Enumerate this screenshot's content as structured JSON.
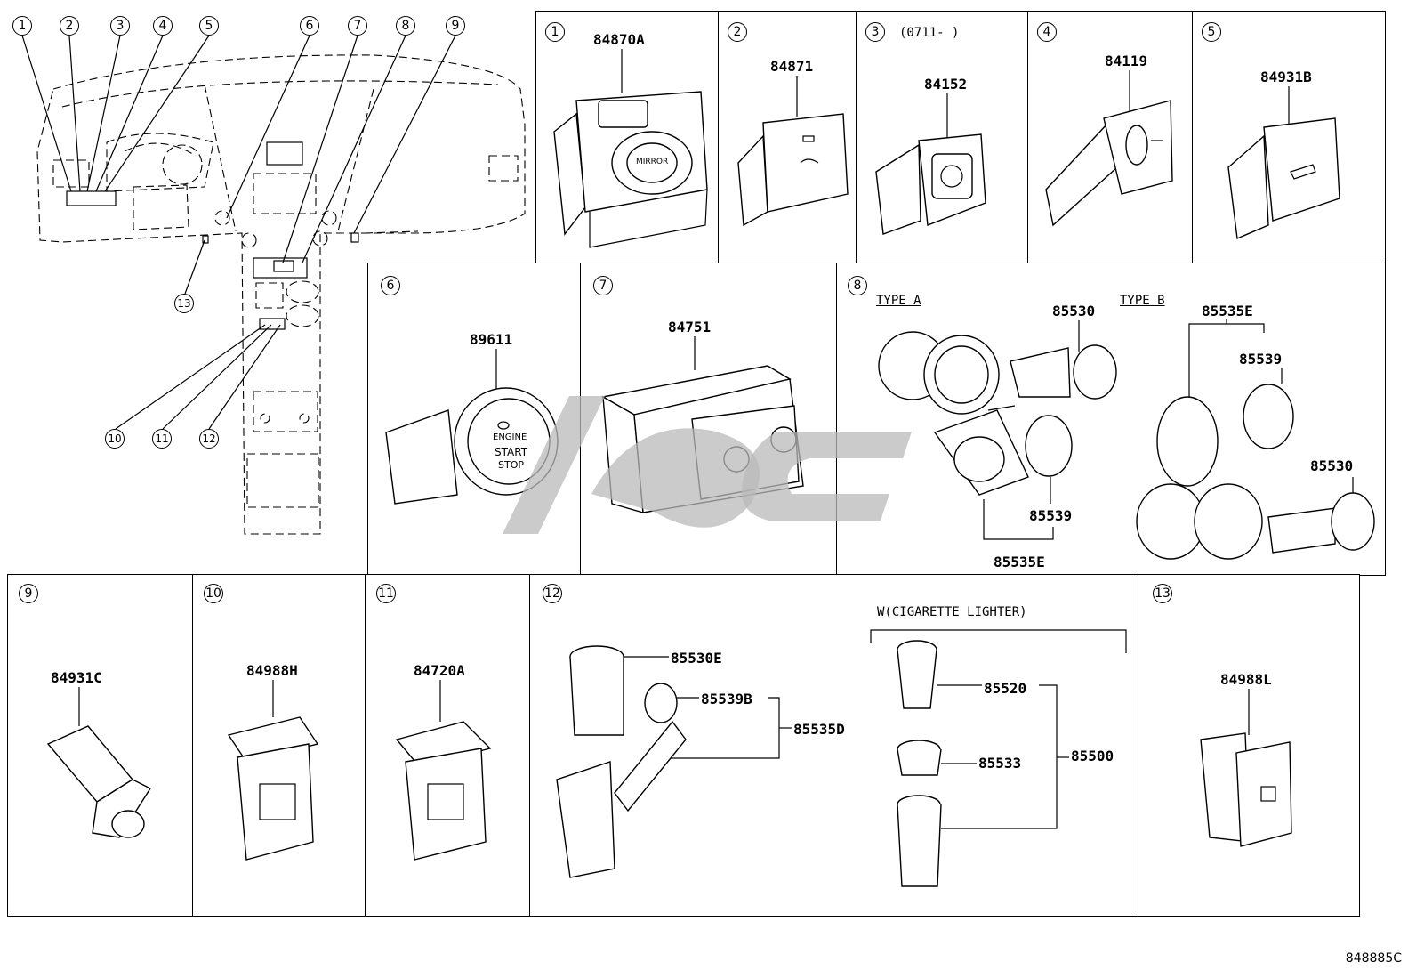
{
  "overview": {
    "callouts": [
      "1",
      "2",
      "3",
      "4",
      "5",
      "6",
      "7",
      "8",
      "9",
      "10",
      "11",
      "12",
      "13"
    ]
  },
  "panels": [
    {
      "id": "1",
      "parts": [
        "84870A"
      ],
      "icon_text": "MIRROR"
    },
    {
      "id": "2",
      "parts": [
        "84871"
      ]
    },
    {
      "id": "3",
      "note": "(0711-      )",
      "parts": [
        "84152"
      ]
    },
    {
      "id": "4",
      "parts": [
        "84119"
      ]
    },
    {
      "id": "5",
      "parts": [
        "84931B"
      ]
    },
    {
      "id": "6",
      "parts": [
        "89611"
      ],
      "icon_text": [
        "ENGINE",
        "START",
        "STOP"
      ]
    },
    {
      "id": "7",
      "parts": [
        "84751"
      ]
    },
    {
      "id": "8",
      "type_a": "TYPE A",
      "type_b": "TYPE B",
      "parts": [
        "85530",
        "85539",
        "85535E",
        "85535E",
        "85539",
        "85530"
      ]
    },
    {
      "id": "9",
      "parts": [
        "84931C"
      ]
    },
    {
      "id": "10",
      "parts": [
        "84988H"
      ]
    },
    {
      "id": "11",
      "parts": [
        "84720A"
      ]
    },
    {
      "id": "12",
      "note": "W(CIGARETTE LIGHTER)",
      "parts": [
        "85530E",
        "85539B",
        "85535D",
        "85520",
        "85533",
        "85500"
      ]
    },
    {
      "id": "13",
      "parts": [
        "84988L"
      ]
    }
  ],
  "diagram_code": "848885C"
}
